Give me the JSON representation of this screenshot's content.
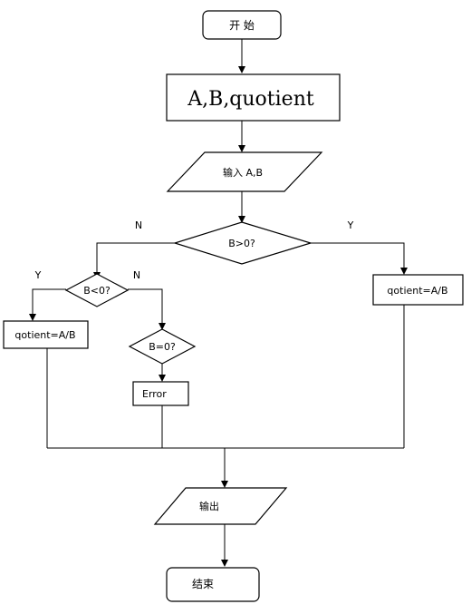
{
  "flowchart": {
    "start": "开 始",
    "variables": "A,B,quotient",
    "input": "输入 A,B",
    "decision_b_gt_0": "B>0?",
    "decision_b_lt_0": "B<0?",
    "decision_b_eq_0": "B=0?",
    "process_left": "qotient=A/B",
    "process_right": "qotient=A/B",
    "error": "Error",
    "output": "输出",
    "end": "结束",
    "edge_labels": {
      "b_gt_0_no": "N",
      "b_gt_0_yes": "Y",
      "b_lt_0_yes": "Y",
      "b_lt_0_no": "N"
    }
  }
}
